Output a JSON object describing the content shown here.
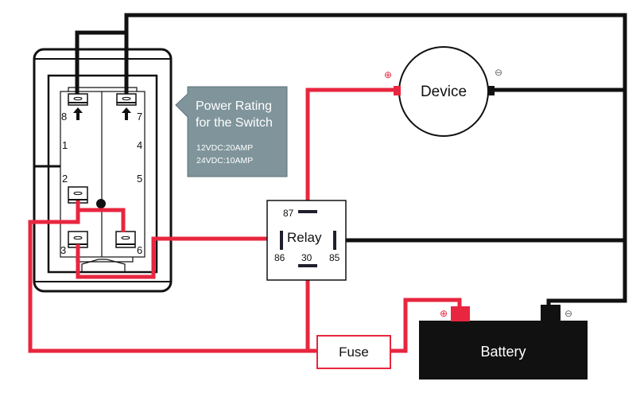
{
  "colors": {
    "wire_positive": "#e8263f",
    "wire_negative": "#111111",
    "callout_bg": "#7f949b",
    "battery_body": "#111111"
  },
  "switch": {
    "pins": {
      "p1": "1",
      "p2": "2",
      "p3": "3",
      "p4": "4",
      "p5": "5",
      "p6": "6",
      "p7": "7",
      "p8": "8"
    }
  },
  "callout": {
    "title_line1": "Power Rating",
    "title_line2": "for the Switch",
    "rating_12v": "12VDC:20AMP",
    "rating_24v": "24VDC:10AMP"
  },
  "relay": {
    "label": "Relay",
    "pin87": "87",
    "pin86": "86",
    "pin30": "30",
    "pin85": "85"
  },
  "device": {
    "label": "Device",
    "positive_symbol": "⊕",
    "negative_symbol": "⊖"
  },
  "fuse": {
    "label": "Fuse"
  },
  "battery": {
    "label": "Battery",
    "positive_symbol": "⊕",
    "negative_symbol": "⊖"
  }
}
